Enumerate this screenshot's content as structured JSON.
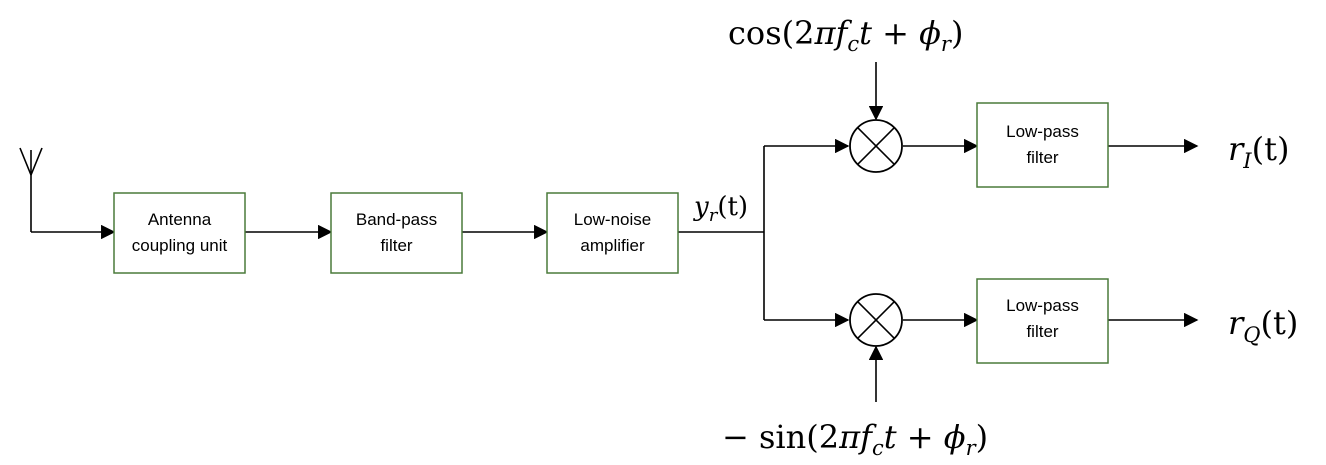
{
  "blocks": {
    "antenna_coupling": [
      "Antenna",
      "coupling unit"
    ],
    "bandpass": [
      "Band-pass",
      "filter"
    ],
    "lna": [
      "Low-noise",
      "amplifier"
    ],
    "lpf_i": [
      "Low-pass",
      "filter"
    ],
    "lpf_q": [
      "Low-pass",
      "filter"
    ]
  },
  "signals": {
    "yr": {
      "var": "y",
      "sub": "r",
      "arg": "(t)"
    },
    "ri": {
      "var": "r",
      "sub": "I",
      "arg": "(t)"
    },
    "rq": {
      "var": "r",
      "sub": "Q",
      "arg": "(t)"
    }
  },
  "oscillators": {
    "cos": {
      "pre": "cos(2",
      "pi": "π",
      "f": "f",
      "fsub": "c",
      "t": "t",
      "plus": " + ",
      "phi": "ϕ",
      "phisub": "r",
      "close": ")"
    },
    "sin": {
      "pre": "− sin(2",
      "pi": "π",
      "f": "f",
      "fsub": "c",
      "t": "t",
      "plus": " + ",
      "phi": "ϕ",
      "phisub": "r",
      "close": ")"
    }
  }
}
